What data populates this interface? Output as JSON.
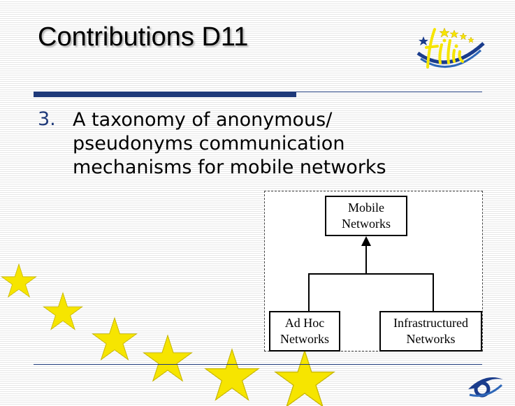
{
  "slide": {
    "title": "Contributions D11",
    "bullet": {
      "number": "3.",
      "lines": [
        "A taxonomy of anonymous/",
        "pseudonyms communication",
        "mechanisms for mobile networks"
      ]
    }
  },
  "taxonomy_figure": {
    "root": {
      "line1": "Mobile",
      "line2": "Networks"
    },
    "children": [
      {
        "line1": "Ad Hoc",
        "line2": "Networks"
      },
      {
        "line1": "Infrastructured",
        "line2": "Networks"
      }
    ]
  },
  "logos": {
    "top_right": "fidis",
    "bottom_right": "6"
  },
  "colors": {
    "accent_navy": "#1f3a7a",
    "star_yellow": "#f6e500",
    "logo_blue": "#1a3c8c"
  },
  "icons": {
    "decoration": "eu-stars-icon",
    "top_logo": "fidis-logo-icon",
    "bottom_logo": "sixth-framework-logo-icon"
  }
}
